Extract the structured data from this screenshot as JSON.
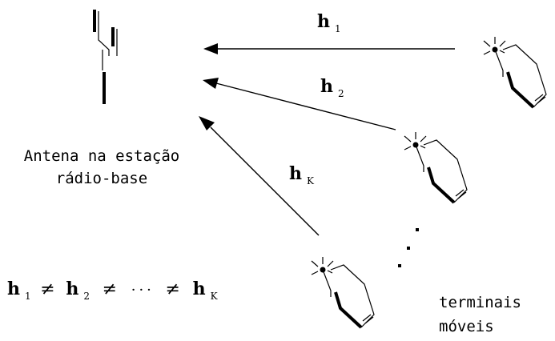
{
  "channels": [
    {
      "symbol": "h",
      "subscript": "1"
    },
    {
      "symbol": "h",
      "subscript": "2"
    },
    {
      "symbol": "h",
      "subscript": "K"
    }
  ],
  "base_station_label": [
    "Antena na estação",
    "rádio-base"
  ],
  "terminals_label": [
    "terminais",
    "móveis"
  ],
  "equation": {
    "terms": [
      {
        "symbol": "h",
        "subscript": "1"
      },
      {
        "symbol": "h",
        "subscript": "2"
      },
      {
        "symbol": "h",
        "subscript": "K"
      }
    ],
    "operator": "≠",
    "ellipsis": "···"
  }
}
